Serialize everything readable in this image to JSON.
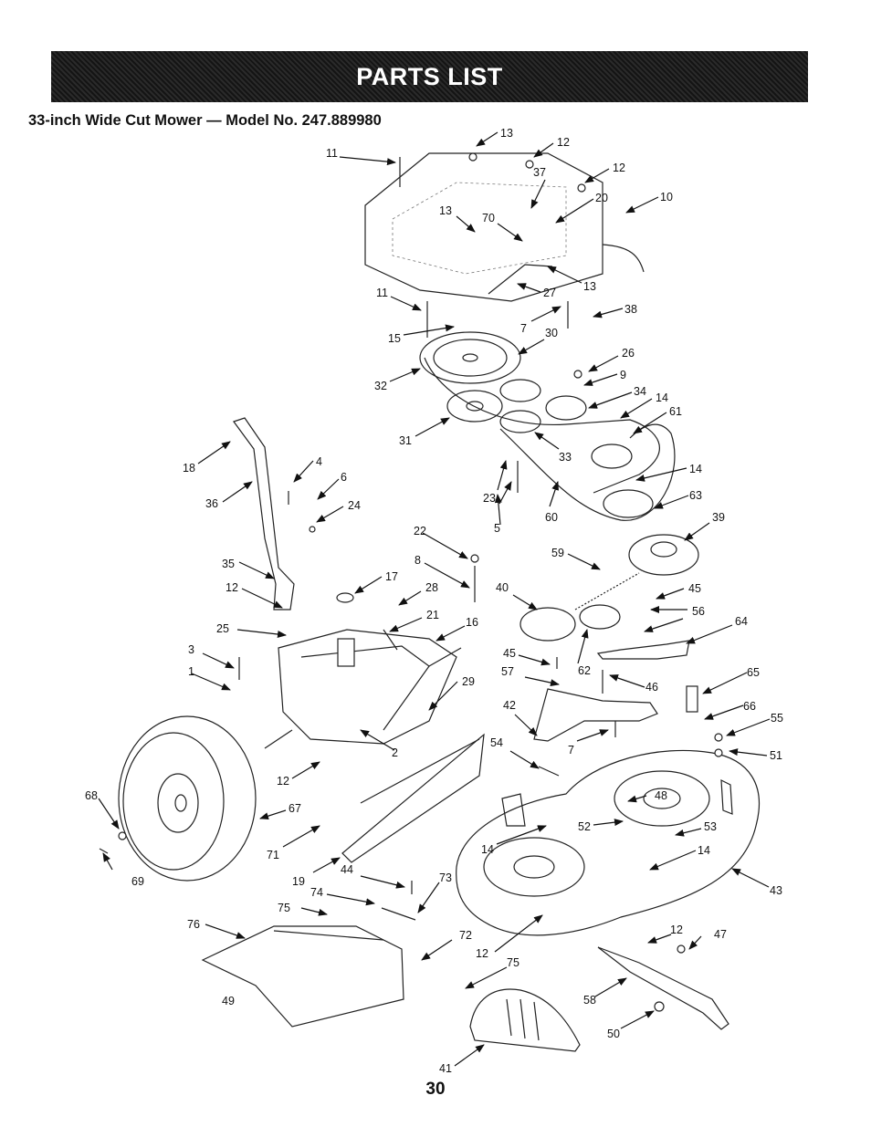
{
  "header": {
    "title": "PARTS LIST"
  },
  "subtitle": "33-inch Wide Cut Mower — Model No. 247.889980",
  "page_number": "30",
  "callouts": {
    "c1": "1",
    "c2": "2",
    "c3": "3",
    "c4": "4",
    "c5": "5",
    "c6": "6",
    "c7a": "7",
    "c7b": "7",
    "c8": "8",
    "c9": "9",
    "c10": "10",
    "c11a": "11",
    "c11b": "11",
    "c12a": "12",
    "c12b": "12",
    "c12c": "12",
    "c12d": "12",
    "c12e": "12",
    "c12f": "12",
    "c13a": "13",
    "c13b": "13",
    "c13c": "13",
    "c14a": "14",
    "c14b": "14",
    "c14c": "14",
    "c14d": "14",
    "c15": "15",
    "c16": "16",
    "c17": "17",
    "c18": "18",
    "c19": "19",
    "c20": "20",
    "c21": "21",
    "c22": "22",
    "c23": "23",
    "c24": "24",
    "c25": "25",
    "c26": "26",
    "c27": "27",
    "c28": "28",
    "c29": "29",
    "c30": "30",
    "c31": "31",
    "c32": "32",
    "c33": "33",
    "c34": "34",
    "c35": "35",
    "c36": "36",
    "c37": "37",
    "c38": "38",
    "c39": "39",
    "c40": "40",
    "c41": "41",
    "c42": "42",
    "c43": "43",
    "c44": "44",
    "c45a": "45",
    "c45b": "45",
    "c46": "46",
    "c47": "47",
    "c48": "48",
    "c49": "49",
    "c50": "50",
    "c51": "51",
    "c52": "52",
    "c53": "53",
    "c54": "54",
    "c55": "55",
    "c56": "56",
    "c57": "57",
    "c58": "58",
    "c59": "59",
    "c60": "60",
    "c61": "61",
    "c62": "62",
    "c63": "63",
    "c64": "64",
    "c65": "65",
    "c66": "66",
    "c67": "67",
    "c68": "68",
    "c69": "69",
    "c70": "70",
    "c71": "71",
    "c72": "72",
    "c73": "73",
    "c74": "74",
    "c75a": "75",
    "c75b": "75",
    "c76": "76"
  }
}
